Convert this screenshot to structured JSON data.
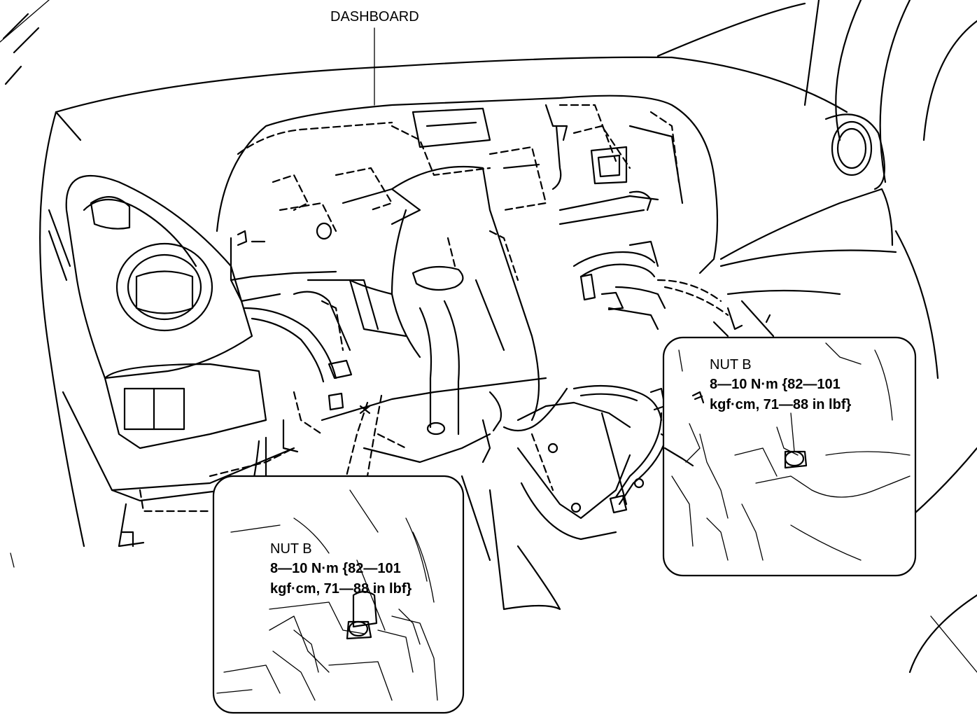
{
  "diagram": {
    "labels": {
      "dashboard": "DASHBOARD",
      "nut_left": {
        "name": "NUT B",
        "torque_line1": "8—10 N·m {82—101",
        "torque_line2": "kgf·cm, 71—88 in lbf}"
      },
      "nut_right": {
        "name": "NUT B",
        "torque_line1": "8—10 N·m {82—101",
        "torque_line2": "kgf·cm, 71—88 in lbf}"
      }
    },
    "colors": {
      "line": "#000000",
      "background": "#ffffff"
    }
  }
}
